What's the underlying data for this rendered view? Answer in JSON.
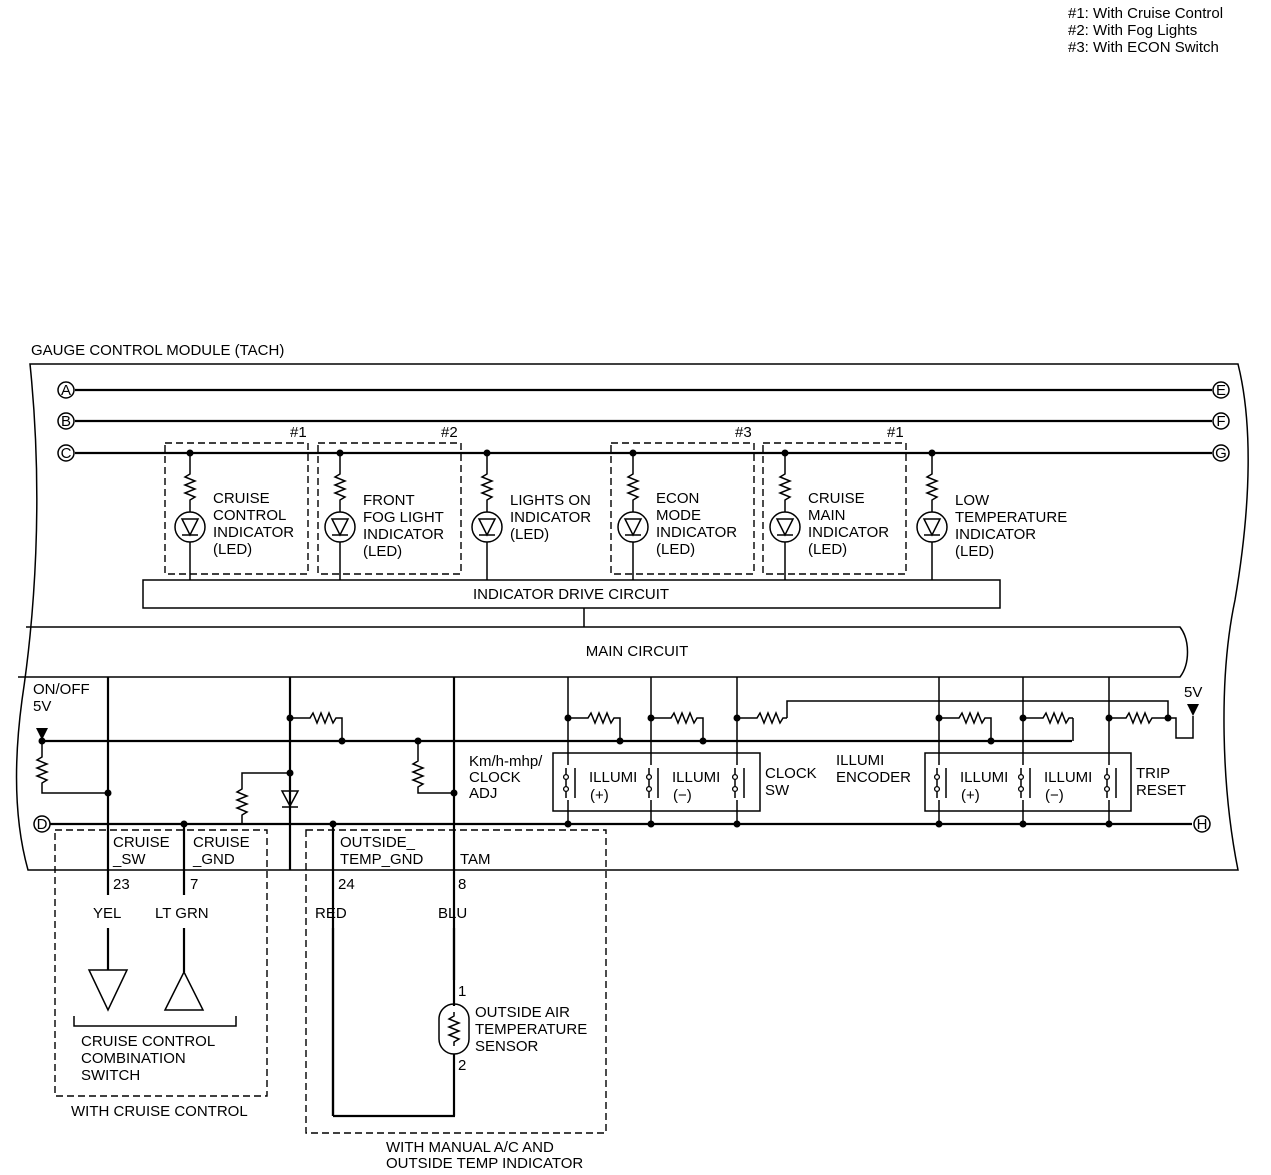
{
  "legend": [
    "#1: With Cruise Control",
    "#2: With Fog Lights",
    "#3: With ECON Switch"
  ],
  "module_title": "GAUGE CONTROL MODULE (TACH)",
  "connectors": {
    "a": "A",
    "b": "B",
    "c": "C",
    "d": "D",
    "e": "E",
    "f": "F",
    "g": "G",
    "h": "H"
  },
  "indicators": [
    {
      "tag": "#1",
      "lines": [
        "CRUISE",
        "CONTROL",
        "INDICATOR",
        "(LED)"
      ]
    },
    {
      "tag": "#2",
      "lines": [
        "FRONT",
        "FOG LIGHT",
        "INDICATOR",
        "(LED)"
      ]
    },
    {
      "tag": "",
      "lines": [
        "LIGHTS ON",
        "INDICATOR",
        "(LED)"
      ]
    },
    {
      "tag": "#3",
      "lines": [
        "ECON",
        "MODE",
        "INDICATOR",
        "(LED)"
      ]
    },
    {
      "tag": "#1",
      "lines": [
        "CRUISE",
        "MAIN",
        "INDICATOR",
        "(LED)"
      ]
    },
    {
      "tag": "",
      "lines": [
        "LOW",
        "TEMPERATURE",
        "INDICATOR",
        "(LED)"
      ]
    }
  ],
  "indicator_drive_circuit": "INDICATOR DRIVE CIRCUIT",
  "main_circuit": "MAIN CIRCUIT",
  "on_off_5v": [
    "ON/OFF",
    "5V"
  ],
  "supply_5v": "5V",
  "clock_adj": [
    "Km/h-mhp/",
    "CLOCK",
    "ADJ"
  ],
  "clock_switches": {
    "illumi_plus": [
      "ILLUMI",
      "(+)"
    ],
    "illumi_minus": [
      "ILLUMI",
      "(−)"
    ],
    "clock_sw": [
      "CLOCK",
      "SW"
    ]
  },
  "illumi_encoder": [
    "ILLUMI",
    "ENCODER"
  ],
  "trip_switches": {
    "illumi_plus": [
      "ILLUMI",
      "(+)"
    ],
    "illumi_minus": [
      "ILLUMI",
      "(−)"
    ],
    "trip_reset": [
      "TRIP",
      "RESET"
    ]
  },
  "terminals": [
    {
      "name": [
        "CRUISE",
        "_SW"
      ],
      "pin": "23",
      "wire": "YEL"
    },
    {
      "name": [
        "CRUISE",
        "_GND"
      ],
      "pin": "7",
      "wire": "LT GRN"
    },
    {
      "name": [
        "OUTSIDE_",
        "TEMP_GND"
      ],
      "pin": "24",
      "wire": "RED"
    },
    {
      "name": [
        "TAM"
      ],
      "pin": "8",
      "wire": "BLU"
    }
  ],
  "cruise_switch_label": [
    "CRUISE CONTROL",
    "COMBINATION",
    "SWITCH"
  ],
  "with_cruise": "WITH CRUISE CONTROL",
  "sensor": {
    "pin1": "1",
    "pin2": "2",
    "label": [
      "OUTSIDE AIR",
      "TEMPERATURE",
      "SENSOR"
    ]
  },
  "with_manual_ac": [
    "WITH MANUAL A/C AND",
    "OUTSIDE TEMP INDICATOR"
  ]
}
